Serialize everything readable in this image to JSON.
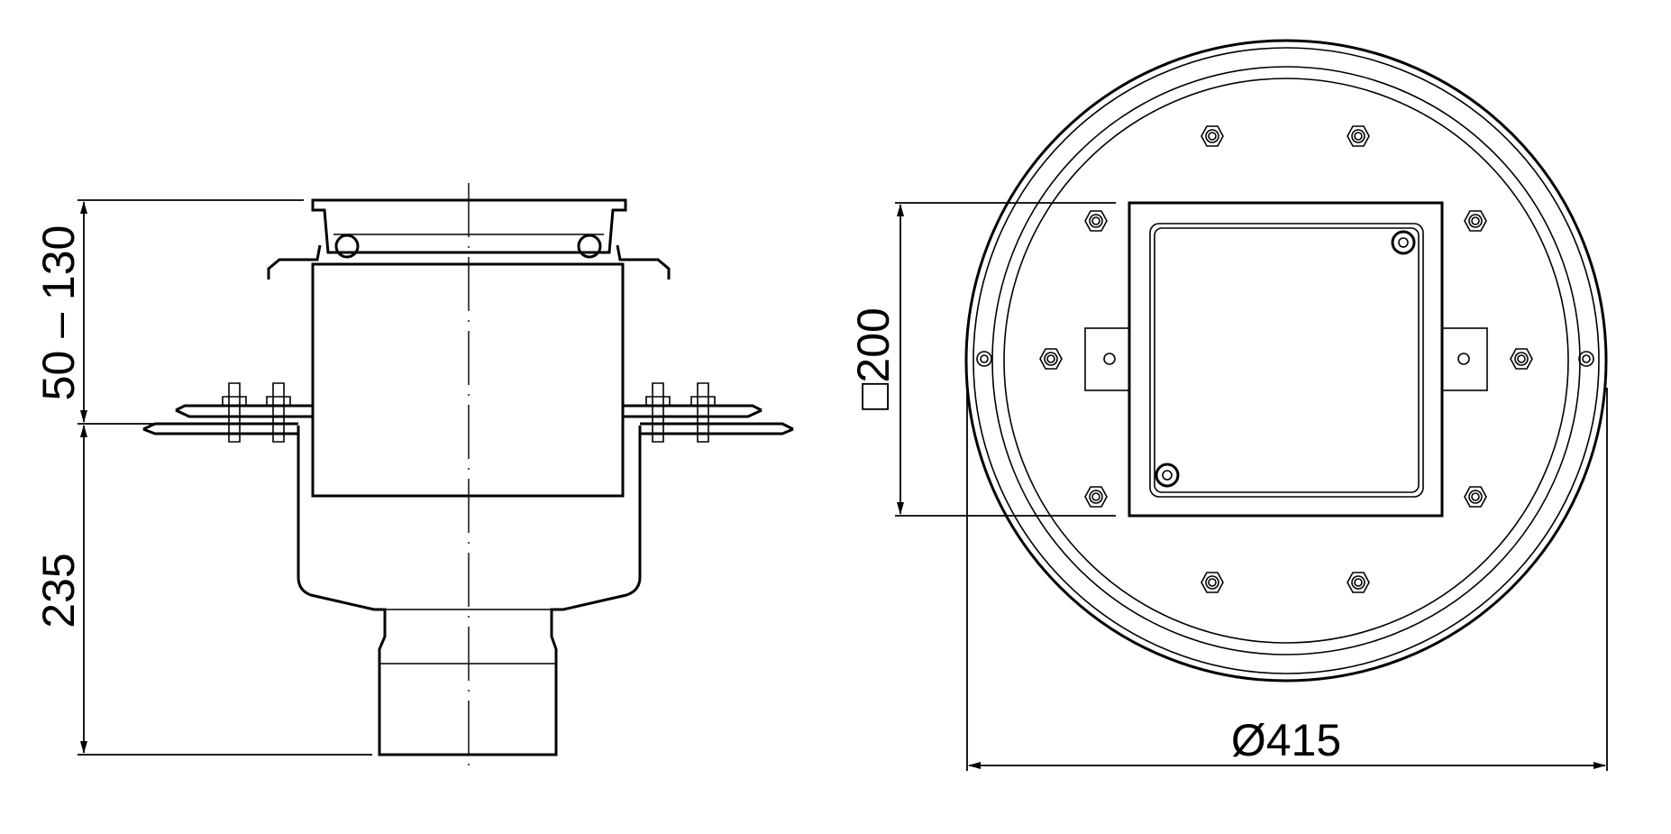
{
  "side_view": {
    "dim_height_adjustable": "50 – 130",
    "dim_body_height": "235"
  },
  "top_view": {
    "dim_grate_square": "□200",
    "dim_diameter": "Ø415"
  }
}
